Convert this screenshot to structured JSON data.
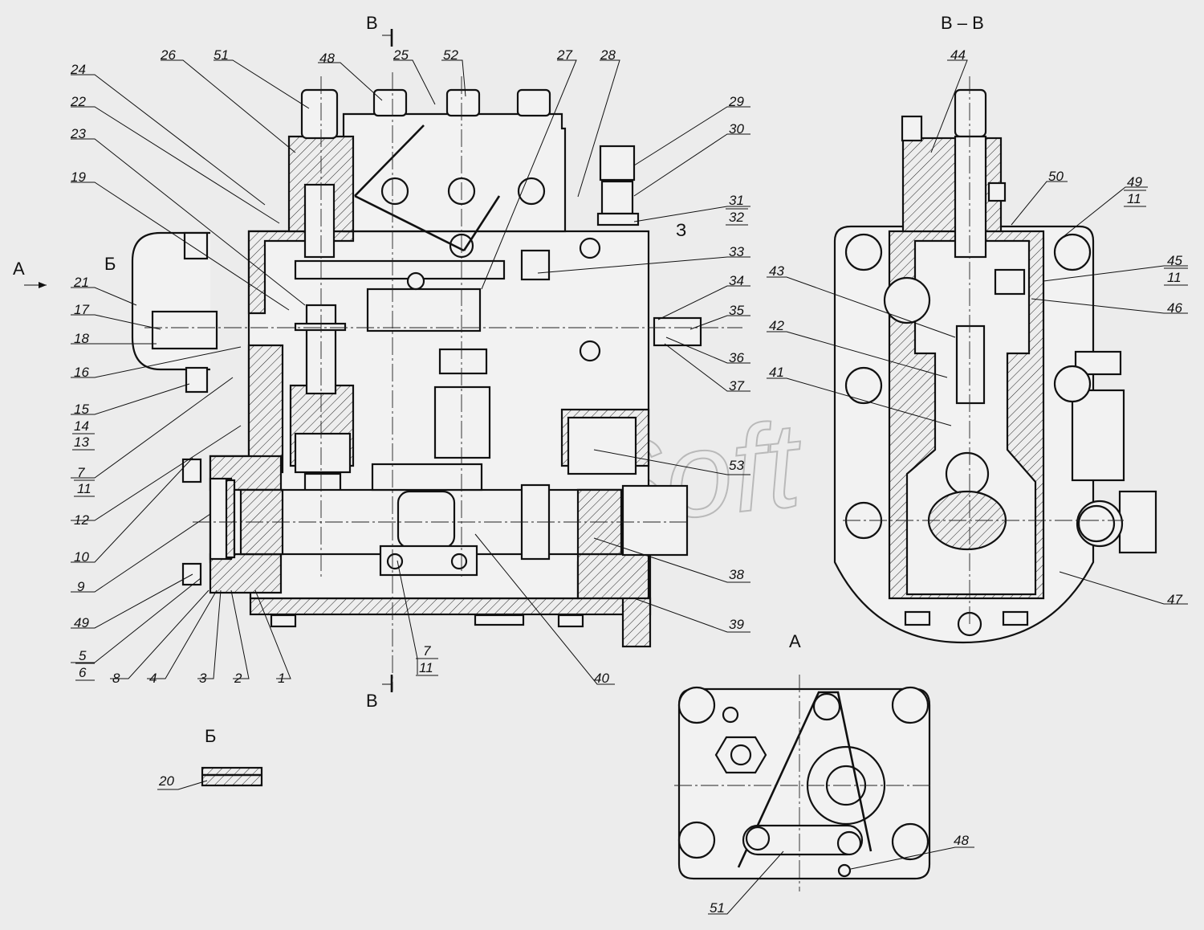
{
  "watermark": "AutoSoft",
  "sections": {
    "section_bb_title": "В – В",
    "view_a_title": "А",
    "detail_b_title": "Б",
    "arrow_a_label": "А",
    "left_b_label": "Б",
    "cut_top_label": "В",
    "cut_bottom_label": "В",
    "z_label": "З"
  },
  "callouts": {
    "c1": "1",
    "c2": "2",
    "c3": "3",
    "c4": "4",
    "c5": "5",
    "c6": "6",
    "c7a": "7",
    "c11a": "11",
    "c7b": "7",
    "c11b": "11",
    "c8": "8",
    "c9": "9",
    "c10": "10",
    "c12": "12",
    "c13": "13",
    "c14": "14",
    "c15": "15",
    "c16": "16",
    "c17": "17",
    "c18": "18",
    "c19": "19",
    "c20": "20",
    "c21": "21",
    "c22": "22",
    "c23": "23",
    "c24": "24",
    "c25": "25",
    "c26": "26",
    "c27": "27",
    "c28": "28",
    "c29": "29",
    "c30": "30",
    "c31": "31",
    "c32": "32",
    "c33": "33",
    "c34": "34",
    "c35": "35",
    "c36": "36",
    "c37": "37",
    "c38": "38",
    "c39": "39",
    "c40": "40",
    "c41": "41",
    "c42": "42",
    "c43": "43",
    "c44": "44",
    "c45": "45",
    "c11c": "11",
    "c46": "46",
    "c47": "47",
    "c48a": "48",
    "c48b": "48",
    "c49a": "49",
    "c49b": "49",
    "c11d": "11",
    "c50": "50",
    "c51a": "51",
    "c51b": "51",
    "c52": "52",
    "c53": "53"
  }
}
